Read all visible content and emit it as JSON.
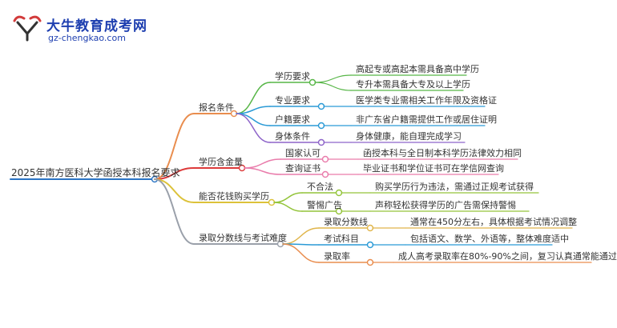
{
  "logo": {
    "site_name": "大牛教育成考网",
    "url_text": "gz-chengkao.com",
    "mark_text": "大牛"
  },
  "mindmap": {
    "root": "2025年南方医科大学函授本科报名要求",
    "branches": [
      {
        "label": "报名条件",
        "color": "#e98d4e",
        "children": [
          {
            "label": "学历要求",
            "color": "#57b647",
            "leaves": [
              "高起专或高起本需具备高中学历",
              "专升本需具备大专及以上学历"
            ]
          },
          {
            "label": "专业要求",
            "color": "#2a9ad6",
            "leaves": [
              "医学类专业需相关工作年限及资格证"
            ]
          },
          {
            "label": "户籍要求",
            "color": "#2a9ad6",
            "leaves": [
              "非广东省户籍需提供工作或居住证明"
            ]
          },
          {
            "label": "身体条件",
            "color": "#8d63c9",
            "leaves": [
              "身体健康，能自理完成学习"
            ]
          }
        ]
      },
      {
        "label": "学历含金量",
        "color": "#dd3a3a",
        "children": [
          {
            "label": "国家认可",
            "color": "#e97cab",
            "leaves": [
              "函授本科与全日制本科学历法律效力相同"
            ]
          },
          {
            "label": "查询证书",
            "color": "#e97cab",
            "leaves": [
              "毕业证书和学位证书可在学信网查询"
            ]
          }
        ]
      },
      {
        "label": "能否花钱购买学历",
        "color": "#dcc23a",
        "children": [
          {
            "label": "不合法",
            "color": "#93c43a",
            "leaves": [
              "购买学历行为违法，需通过正规考试获得"
            ]
          },
          {
            "label": "警惕广告",
            "color": "#93c43a",
            "leaves": [
              "声称轻松获得学历的广告需保持警惕"
            ]
          }
        ]
      },
      {
        "label": "录取分数线与考试难度",
        "color": "#9aa0aa",
        "children": [
          {
            "label": "录取分数线",
            "color": "#e0b54a",
            "leaves": [
              "通常在450分左右，具体根据考试情况调整"
            ]
          },
          {
            "label": "考试科目",
            "color": "#2a9ad6",
            "leaves": [
              "包括语文、数学、外语等，整体难度适中"
            ]
          },
          {
            "label": "录取率",
            "color": "#e98d4e",
            "leaves": [
              "成人高考录取率在80%-90%之间，复习认真通常能通过"
            ]
          }
        ]
      }
    ]
  }
}
